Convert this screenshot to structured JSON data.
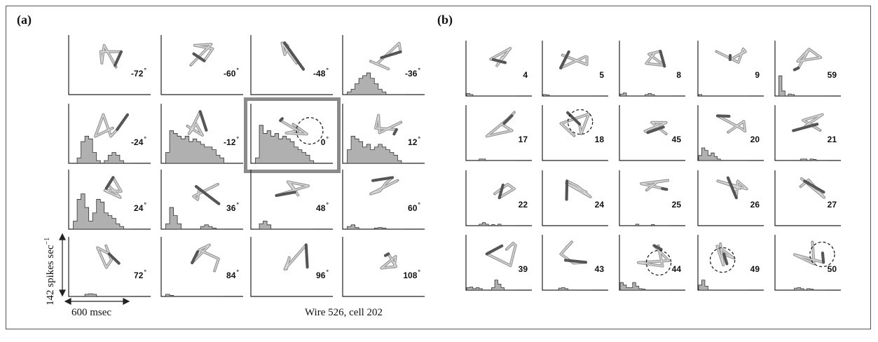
{
  "panel_a": {
    "label": "(a)",
    "degree_symbol": "°",
    "cells": [
      {
        "label": "-72",
        "hist": []
      },
      {
        "label": "-60",
        "hist": []
      },
      {
        "label": "-48",
        "hist": []
      },
      {
        "label": "-36",
        "hist": [
          0,
          0.05,
          0.1,
          0.2,
          0.3,
          0.35,
          0.4,
          0.3,
          0.2,
          0.1,
          0.05,
          0,
          0,
          0,
          0,
          0
        ]
      },
      {
        "label": "-24",
        "hist": [
          0,
          0,
          0.1,
          0.4,
          0.5,
          0.45,
          0.2,
          0.05,
          0,
          0.05,
          0.15,
          0.2,
          0.15,
          0.05,
          0,
          0
        ]
      },
      {
        "label": "-12",
        "hist": [
          0,
          0.2,
          0.6,
          0.55,
          0.5,
          0.45,
          0.5,
          0.4,
          0.45,
          0.4,
          0.35,
          0.3,
          0.3,
          0.25,
          0.15,
          0.1
        ]
      },
      {
        "label": "0",
        "hist": [
          0,
          0.1,
          0.7,
          0.55,
          0.6,
          0.5,
          0.55,
          0.45,
          0.5,
          0.45,
          0.4,
          0.3,
          0.25,
          0.2,
          0.15,
          0.05
        ],
        "highlighted": true,
        "circle": [
          0.72,
          0.45
        ]
      },
      {
        "label": "12",
        "hist": [
          0,
          0.25,
          0.5,
          0.45,
          0.4,
          0.3,
          0.35,
          0.25,
          0.3,
          0.35,
          0.3,
          0.25,
          0.2,
          0.15,
          0.05,
          0
        ]
      },
      {
        "label": "24",
        "hist": [
          0,
          0.15,
          0.55,
          0.65,
          0.4,
          0.15,
          0.3,
          0.55,
          0.5,
          0.3,
          0.25,
          0.2,
          0.1,
          0.05,
          0,
          0
        ]
      },
      {
        "label": "36",
        "hist": [
          0,
          0.1,
          0.4,
          0.25,
          0.1,
          0,
          0,
          0,
          0,
          0,
          0.05,
          0.08,
          0.05,
          0.02,
          0,
          0
        ]
      },
      {
        "label": "48",
        "hist": [
          0,
          0,
          0.1,
          0.15,
          0.08,
          0,
          0,
          0,
          0,
          0,
          0,
          0,
          0,
          0,
          0,
          0
        ]
      },
      {
        "label": "60",
        "hist": [
          0,
          0.05,
          0.08,
          0.03,
          0,
          0,
          0,
          0,
          0.02,
          0.03,
          0.02,
          0,
          0,
          0,
          0,
          0
        ]
      },
      {
        "label": "72",
        "hist": [
          0,
          0,
          0,
          0,
          0.04,
          0.05,
          0.04,
          0,
          0,
          0,
          0,
          0,
          0,
          0,
          0,
          0
        ]
      },
      {
        "label": "84",
        "hist": [
          0,
          0.04,
          0.02,
          0,
          0,
          0,
          0,
          0,
          0,
          0,
          0,
          0,
          0,
          0,
          0,
          0
        ]
      },
      {
        "label": "96",
        "hist": []
      },
      {
        "label": "108",
        "hist": []
      }
    ],
    "y_scale_label": "142 spikes sec",
    "y_scale_exponent": "−1",
    "x_scale_label": "600 msec",
    "caption": "Wire 526, cell 202"
  },
  "panel_b": {
    "label": "(b)",
    "cells": [
      {
        "label": "4",
        "hist": [
          0.05,
          0.03,
          0,
          0,
          0,
          0,
          0,
          0,
          0,
          0,
          0,
          0,
          0,
          0,
          0,
          0
        ]
      },
      {
        "label": "5",
        "hist": [
          0.03,
          0.02,
          0,
          0,
          0,
          0,
          0,
          0,
          0,
          0,
          0,
          0,
          0,
          0,
          0,
          0
        ]
      },
      {
        "label": "8",
        "hist": [
          0.04,
          0.06,
          0,
          0,
          0,
          0,
          0,
          0,
          0.03,
          0.05,
          0.03,
          0,
          0,
          0,
          0,
          0
        ]
      },
      {
        "label": "9",
        "hist": [
          0.03,
          0,
          0,
          0,
          0,
          0,
          0,
          0,
          0,
          0,
          0,
          0,
          0,
          0,
          0,
          0
        ]
      },
      {
        "label": "59",
        "hist": [
          0,
          0.4,
          0.1,
          0,
          0.04,
          0.03,
          0,
          0,
          0,
          0,
          0,
          0,
          0,
          0,
          0,
          0
        ]
      },
      {
        "label": "17",
        "hist": [
          0,
          0,
          0,
          0,
          0.03,
          0.03,
          0,
          0,
          0,
          0,
          0,
          0,
          0,
          0,
          0,
          0
        ]
      },
      {
        "label": "18",
        "hist": [],
        "circle": [
          0.58,
          0.3
        ]
      },
      {
        "label": "45",
        "hist": []
      },
      {
        "label": "20",
        "hist": [
          0.1,
          0.25,
          0.2,
          0.1,
          0.15,
          0.08,
          0.03,
          0,
          0,
          0,
          0,
          0,
          0,
          0,
          0,
          0
        ]
      },
      {
        "label": "21",
        "hist": [
          0,
          0,
          0,
          0,
          0,
          0,
          0,
          0,
          0.03,
          0.03,
          0,
          0.03,
          0.02,
          0,
          0,
          0
        ]
      },
      {
        "label": "22",
        "hist": [
          0,
          0,
          0,
          0,
          0.03,
          0.06,
          0.03,
          0,
          0.02,
          0,
          0.03,
          0,
          0,
          0,
          0,
          0
        ]
      },
      {
        "label": "24",
        "hist": []
      },
      {
        "label": "25",
        "hist": [
          0,
          0,
          0,
          0,
          0,
          0.03,
          0,
          0,
          0,
          0,
          0.02,
          0,
          0,
          0,
          0,
          0
        ]
      },
      {
        "label": "26",
        "hist": []
      },
      {
        "label": "27",
        "hist": []
      },
      {
        "label": "39",
        "hist": [
          0.05,
          0.06,
          0.03,
          0.05,
          0.03,
          0,
          0,
          0,
          0.05,
          0.2,
          0.12,
          0.05,
          0,
          0,
          0,
          0
        ]
      },
      {
        "label": "43",
        "hist": [
          0,
          0,
          0,
          0,
          0,
          0.04,
          0.05,
          0.03,
          0,
          0,
          0,
          0,
          0,
          0,
          0,
          0
        ]
      },
      {
        "label": "44",
        "hist": [
          0.15,
          0.1,
          0.05,
          0.05,
          0.15,
          0.08,
          0.03,
          0.02,
          0,
          0,
          0,
          0,
          0,
          0,
          0,
          0
        ],
        "circle": [
          0.6,
          0.5
        ]
      },
      {
        "label": "49",
        "hist": [
          0.1,
          0.2,
          0.08,
          0,
          0,
          0,
          0,
          0,
          0,
          0,
          0,
          0,
          0,
          0,
          0,
          0
        ],
        "circle": [
          0.38,
          0.45
        ]
      },
      {
        "label": "50",
        "hist": [
          0,
          0,
          0,
          0,
          0,
          0,
          0.04,
          0.05,
          0.03,
          0,
          0.03,
          0.02,
          0,
          0,
          0,
          0
        ],
        "circle": [
          0.72,
          0.35
        ]
      }
    ]
  }
}
